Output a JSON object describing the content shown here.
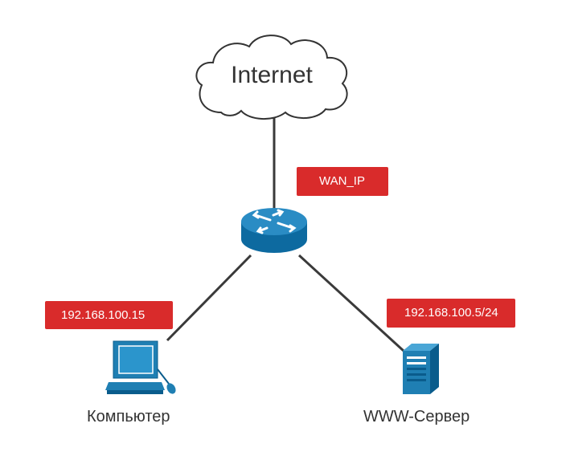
{
  "diagram": {
    "internet_label": "Internet",
    "router_wan_label": "WAN_IP",
    "pc_ip_label": "192.168.100.15",
    "server_ip_label": "192.168.100.5/24",
    "pc_label": "Компьютер",
    "server_label": "WWW-Сервер"
  },
  "colors": {
    "device_blue": "#1f7fb3",
    "device_dark_blue": "#0a5c8c",
    "line": "#3a3a3a",
    "label_red": "#d92b2b",
    "cloud_stroke": "#333333"
  },
  "icons": {
    "cloud": "cloud-icon",
    "router": "router-icon",
    "computer": "computer-icon",
    "server": "server-icon"
  }
}
